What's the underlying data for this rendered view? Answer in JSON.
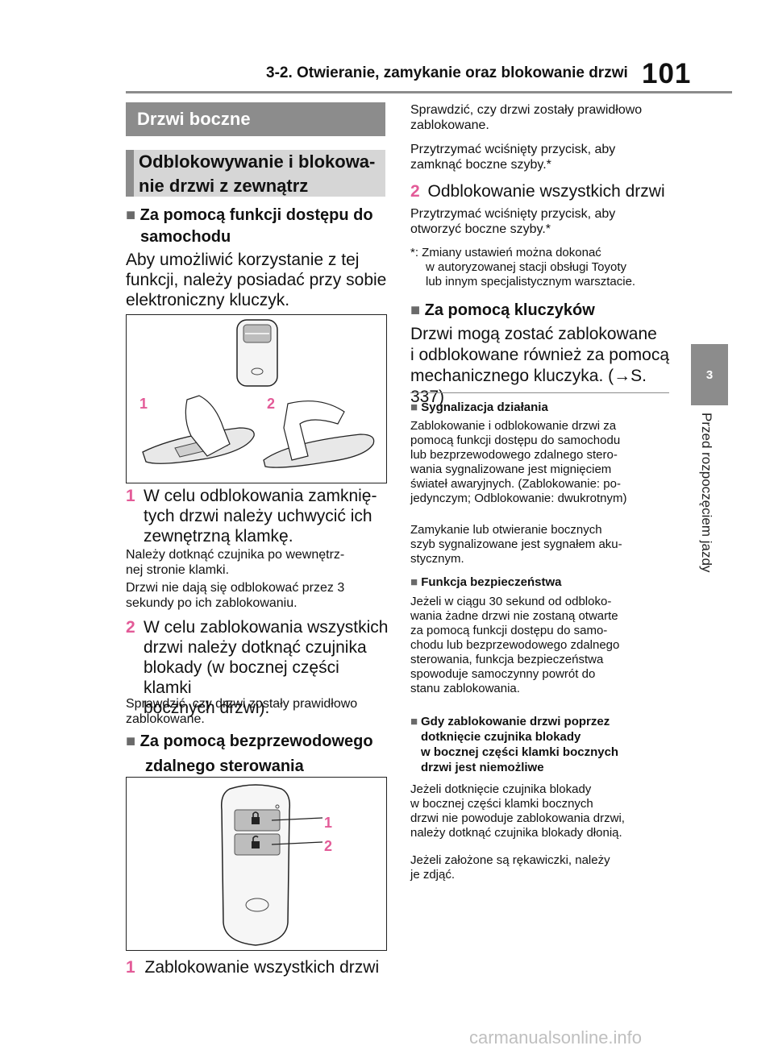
{
  "header": {
    "section_title": "3-2. Otwieranie, zamykanie oraz blokowanie drzwi",
    "page_number": "101"
  },
  "side_tab": {
    "number": "3",
    "chapter": "Przed rozpoczęciem jazdy"
  },
  "left": {
    "title": "Drzwi boczne",
    "subtitle_line1": "Odblokowywanie i blokowa-",
    "subtitle_line2": "nie drzwi z zewnątrz",
    "bullet_marker": "■",
    "smart_heading_line1": "Za pomocą funkcji dostępu do",
    "smart_heading_line2": "samochodu",
    "smart_intro_lines": [
      "Aby umożliwić korzystanie z tej",
      "funkcji, należy posiadać przy sobie",
      "elektroniczny kluczyk."
    ],
    "fig1_labels": [
      "1",
      "2"
    ],
    "step1_num": "1",
    "step1_lines": [
      "W celu odblokowania zamknię-",
      "tych drzwi należy uchwycić ich",
      "zewnętrzną klamkę."
    ],
    "step1_note1_lines": [
      "Należy dotknąć czujnika po wewnętrz-",
      "nej stronie klamki."
    ],
    "step1_note2_lines": [
      "Drzwi nie dają się odblokować przez 3",
      "sekundy po ich zablokowaniu."
    ],
    "step2_num": "2",
    "step2_lines": [
      "W celu zablokowania wszystkich",
      "drzwi należy dotknąć czujnika",
      "blokady (w bocznej części klamki",
      "bocznych drzwi)."
    ],
    "step2_note_lines": [
      "Sprawdzić, czy drzwi zostały prawidłowo",
      "zablokowane."
    ],
    "remote_heading_line1": "Za pomocą bezprzewodowego",
    "remote_heading_line2": "zdalnego sterowania",
    "fig2_labels": [
      "1",
      "2"
    ],
    "lock_step_num": "1",
    "lock_step_text": "Zablokowanie wszystkich drzwi"
  },
  "right": {
    "note1_lines": [
      "Sprawdzić, czy drzwi zostały prawidłowo",
      "zablokowane."
    ],
    "note2_lines": [
      "Przytrzymać wciśnięty przycisk, aby",
      "zamknąć boczne szyby.*"
    ],
    "unlock_num": "2",
    "unlock_text": "Odblokowanie wszystkich drzwi",
    "note3_lines": [
      "Przytrzymać wciśnięty przycisk, aby",
      "otworzyć boczne szyby.*"
    ],
    "footnote_lines": [
      "*: Zmiany ustawień można dokonać",
      "w autoryzowanej stacji obsługi Toyoty",
      "lub innym specjalistycznym warsztacie."
    ],
    "key_heading": "Za pomocą kluczyków",
    "key_text_lines": [
      "Drzwi mogą zostać zablokowane",
      "i odblokowane również za pomocą",
      "mechanicznego kluczyka. (→S. 337)"
    ],
    "signal_heading": "Sygnalizacja działania",
    "signal_p1_lines": [
      "Zablokowanie i odblokowanie drzwi za",
      "pomocą funkcji dostępu do samochodu",
      "lub bezprzewodowego zdalnego stero-",
      "wania sygnalizowane jest mignięciem",
      "świateł awaryjnych. (Zablokowanie: po-",
      "jedynczym; Odblokowanie: dwukrotnym)"
    ],
    "signal_p2_lines": [
      "Zamykanie lub otwieranie bocznych",
      "szyb sygnalizowane jest sygnałem aku-",
      "stycznym."
    ],
    "safety_heading": "Funkcja bezpieczeństwa",
    "safety_lines": [
      "Jeżeli w ciągu 30 sekund od odbloko-",
      "wania żadne drzwi nie zostaną otwarte",
      "za pomocą funkcji dostępu do samo-",
      "chodu lub bezprzewodowego zdalnego",
      "sterowania, funkcja bezpieczeństwa",
      "spowoduje samoczynny powrót do",
      "stanu zablokowania."
    ],
    "fail_heading_lines": [
      "Gdy zablokowanie drzwi poprzez",
      "dotknięcie czujnika blokady",
      "w bocznej części klamki bocznych",
      "drzwi jest niemożliwe"
    ],
    "fail_p1_lines": [
      "Jeżeli dotknięcie czujnika blokady",
      "w bocznej części klamki bocznych",
      "drzwi nie powoduje zablokowania drzwi,",
      "należy dotknąć czujnika blokady dłonią."
    ],
    "fail_p2_lines": [
      "Jeżeli założone są rękawiczki, należy",
      "je zdjąć."
    ]
  },
  "watermark": "carmanualsonline.info",
  "colors": {
    "accent_pink": "#e35b98",
    "bar_gray": "#8c8c8c",
    "sub_bar": "#d6d6d6"
  }
}
